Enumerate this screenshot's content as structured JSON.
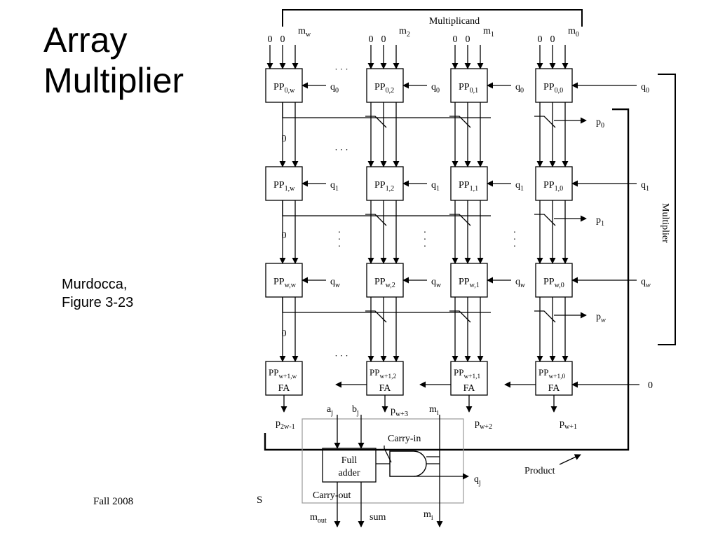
{
  "slide": {
    "title_line1": "Array",
    "title_line2": "Multiplier",
    "caption_line1": "Murdocca,",
    "caption_line2": "Figure 3-23",
    "footer": "Fall 2008",
    "footer_fragment": "S"
  },
  "diagram": {
    "multiplicand_label": "Multiplicand",
    "multiplier_label": "Multiplier",
    "product_label": "Product",
    "ellipsis": "· · ·",
    "zero": "0",
    "column_inputs": [
      {
        "m": "m",
        "m_sub": "w"
      },
      {
        "m": "m",
        "m_sub": "2"
      },
      {
        "m": "m",
        "m_sub": "1"
      },
      {
        "m": "m",
        "m_sub": "0"
      }
    ],
    "rows": [
      {
        "q": "q",
        "q_sub": "0",
        "p": "p",
        "p_sub": "0",
        "cells": [
          [
            "PP",
            "0,w"
          ],
          [
            "PP",
            "0,2"
          ],
          [
            "PP",
            "0,1"
          ],
          [
            "PP",
            "0,0"
          ]
        ]
      },
      {
        "q": "q",
        "q_sub": "1",
        "p": "p",
        "p_sub": "1",
        "cells": [
          [
            "PP",
            "1,w"
          ],
          [
            "PP",
            "1,2"
          ],
          [
            "PP",
            "1,1"
          ],
          [
            "PP",
            "1,0"
          ]
        ]
      },
      {
        "q": "q",
        "q_sub": "w",
        "p": "p",
        "p_sub": "w",
        "cells": [
          [
            "PP",
            "w,w"
          ],
          [
            "PP",
            "w,2"
          ],
          [
            "PP",
            "w,1"
          ],
          [
            "PP",
            "w,0"
          ]
        ]
      }
    ],
    "fa_row": {
      "cells": [
        [
          "PP",
          "w+1,w",
          "FA"
        ],
        [
          "PP",
          "w+1,2",
          "FA"
        ],
        [
          "PP",
          "w+1,1",
          "FA"
        ],
        [
          "PP",
          "w+1,0",
          "FA"
        ]
      ],
      "outputs": [
        [
          "p",
          "2w-1"
        ],
        [
          "p",
          "w+3"
        ],
        [
          "p",
          "w+2"
        ],
        [
          "p",
          "w+1"
        ]
      ]
    },
    "detail": {
      "a": "a",
      "a_sub": "j",
      "b": "b",
      "b_sub": "j",
      "m": "m",
      "m_sub": "i",
      "full_adder_line1": "Full",
      "full_adder_line2": "adder",
      "carry_in": "Carry-in",
      "carry_out": "Carry-out",
      "q": "q",
      "q_sub": "j",
      "m_out": "m",
      "m_out_sub": "out",
      "sum": "sum",
      "m_bottom": "m",
      "m_bottom_sub": "i"
    }
  }
}
